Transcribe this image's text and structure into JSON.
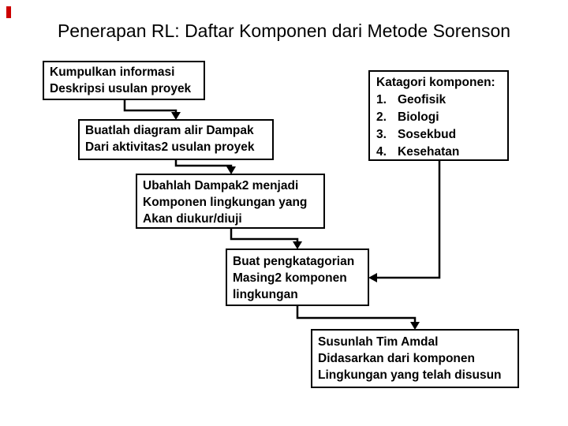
{
  "slide": {
    "title": "Penerapan RL: Daftar Komponen dari Metode Sorenson",
    "background_color": "#ffffff",
    "line_color": "#000000",
    "accent_color": "#cc0000"
  },
  "boxes": {
    "collect_info": {
      "lines": [
        "Kumpulkan informasi",
        "Deskripsi usulan proyek"
      ]
    },
    "flow_diagram": {
      "lines": [
        "Buatlah diagram alir Dampak",
        "Dari aktivitas2 usulan proyek"
      ]
    },
    "convert_impacts": {
      "lines": [
        "Ubahlah Dampak2 menjadi",
        "Komponen lingkungan yang",
        "Akan diukur/diuji"
      ]
    },
    "categorize": {
      "lines": [
        "Buat pengkatagorian",
        "Masing2 komponen",
        "lingkungan"
      ]
    },
    "team": {
      "lines": [
        "Susunlah Tim Amdal",
        "Didasarkan dari komponen",
        "Lingkungan yang telah disusun"
      ]
    },
    "categories": {
      "heading": "Katagori komponen:",
      "items": [
        {
          "num": "1.",
          "label": "Geofisik"
        },
        {
          "num": "2.",
          "label": "Biologi"
        },
        {
          "num": "3.",
          "label": "Sosekbud"
        },
        {
          "num": "4.",
          "label": "Kesehatan"
        }
      ]
    }
  },
  "flow": {
    "edges": [
      {
        "from": "collect_info",
        "to": "flow_diagram"
      },
      {
        "from": "flow_diagram",
        "to": "convert_impacts"
      },
      {
        "from": "convert_impacts",
        "to": "categorize"
      },
      {
        "from": "categorize",
        "to": "team"
      },
      {
        "from": "categories",
        "to": "categorize"
      }
    ]
  }
}
